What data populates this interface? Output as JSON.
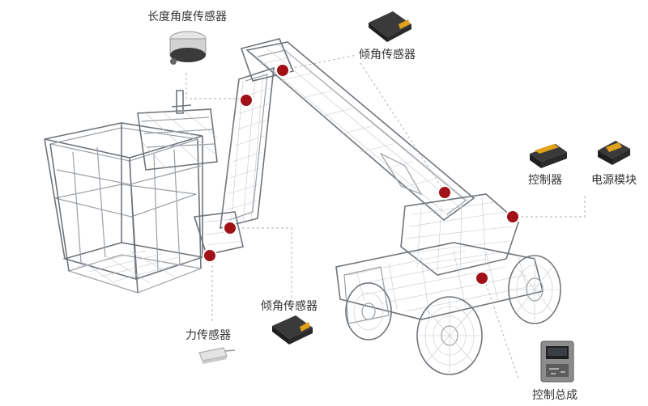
{
  "labels": {
    "length_angle_sensor": "长度角度传感器",
    "tilt_sensor_top": "倾角传感器",
    "controller": "控制器",
    "power_module": "电源模块",
    "tilt_sensor_bottom": "倾角传感器",
    "force_sensor": "力传感器",
    "control_assembly": "控制总成"
  },
  "colors": {
    "marker": "#a01217",
    "marker_ring": "#ffffff",
    "wireframe": "#9aa0a6",
    "device_dark": "#2b2b2b",
    "device_accent": "#e0a21b",
    "leader_line": "#a9aeb3"
  }
}
